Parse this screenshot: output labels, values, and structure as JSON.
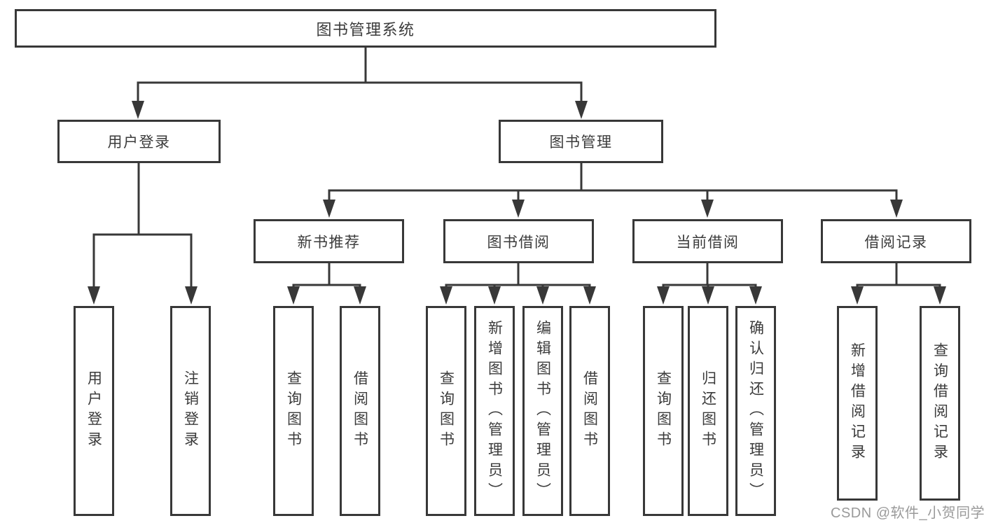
{
  "diagram": {
    "root": "图书管理系统",
    "level2": [
      {
        "label": "用户登录"
      },
      {
        "label": "图书管理"
      }
    ],
    "level3": [
      {
        "label": "新书推荐"
      },
      {
        "label": "图书借阅"
      },
      {
        "label": "当前借阅"
      },
      {
        "label": "借阅记录"
      }
    ],
    "leaves": [
      {
        "label": "用户登录"
      },
      {
        "label": "注销登录"
      },
      {
        "label": "查询图书"
      },
      {
        "label": "借阅图书"
      },
      {
        "label": "查询图书"
      },
      {
        "label": "新增图书（管理员）"
      },
      {
        "label": "编辑图书（管理员）"
      },
      {
        "label": "借阅图书"
      },
      {
        "label": "查询图书"
      },
      {
        "label": "归还图书"
      },
      {
        "label": "确认归还（管理员）"
      },
      {
        "label": "新增借阅记录"
      },
      {
        "label": "查询借阅记录"
      }
    ]
  },
  "watermark": "CSDN @软件_小贺同学",
  "colors": {
    "line": "#383838",
    "text": "#3b3b3b",
    "background": "#ffffff",
    "watermark": "#9a9a9a"
  }
}
